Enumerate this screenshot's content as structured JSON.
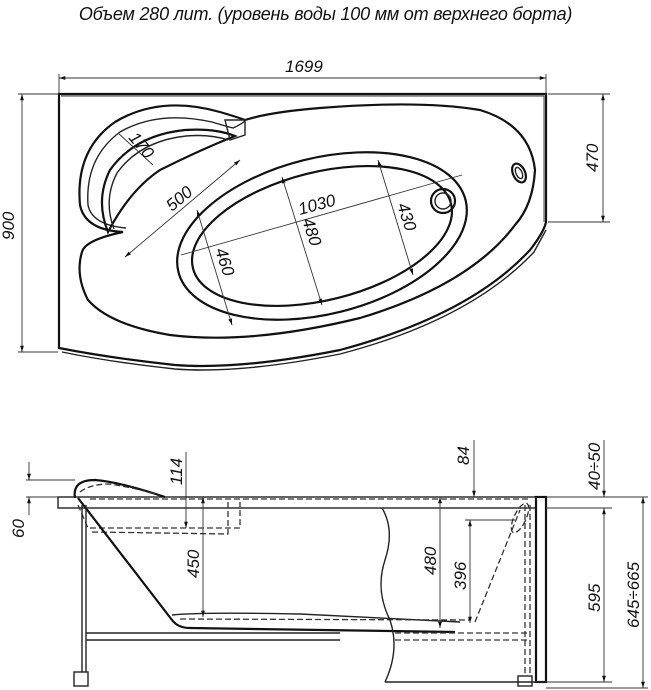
{
  "title": "Объем 280 лит. (уровень воды 100 мм от верхнего борта)",
  "top_view": {
    "overall_length": "1699",
    "overall_width": "900",
    "right_edge_height": "470",
    "headrest_width": "170",
    "headrest_length": "500",
    "basin_length": "1030",
    "basin_width_center": "480",
    "basin_width_left": "460",
    "basin_width_right": "430"
  },
  "side_view": {
    "headrest_rise": "60",
    "headrest_depth": "114",
    "depth_at_headrest": "450",
    "depth_center": "480",
    "depth_at_drain": "396",
    "overflow_offset": "84",
    "rim_thickness": "40÷50",
    "panel_height": "595",
    "total_height": "645÷665"
  },
  "colors": {
    "line": "#111111",
    "background": "#ffffff"
  }
}
